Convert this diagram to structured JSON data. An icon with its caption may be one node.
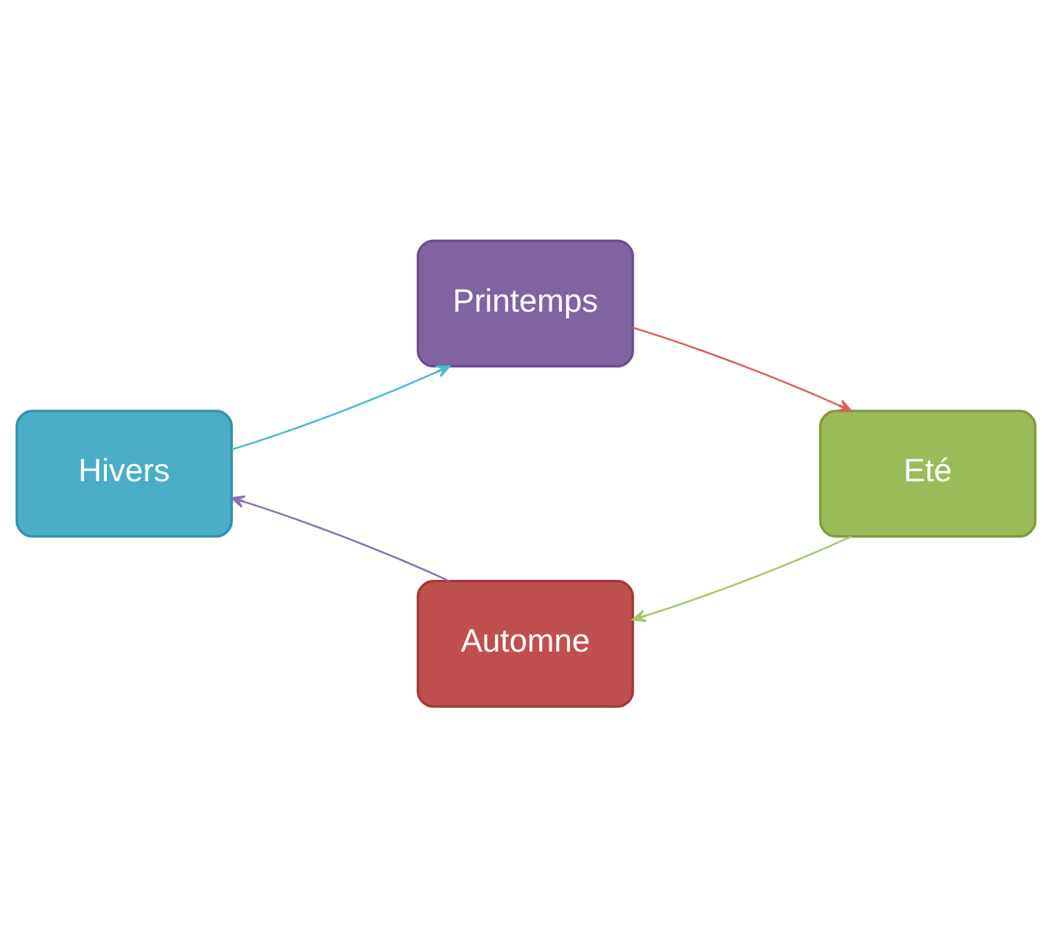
{
  "diagram": {
    "nodes": [
      {
        "text": [
          "Printemps"
        ]
      },
      {
        "text": [
          "Eté"
        ]
      },
      {
        "text": [
          "Automne"
        ]
      },
      {
        "text": [
          "Hivers"
        ]
      }
    ],
    "edges": [
      {
        "from": 0,
        "to": 1,
        "arrow": "to",
        "color": "#d9605c"
      },
      {
        "from": 1,
        "to": 2,
        "arrow": "to",
        "color": "#a6c96a"
      },
      {
        "from": 2,
        "to": 3,
        "arrow": "to",
        "color": "#8d72b0"
      },
      {
        "from": 3,
        "to": 0,
        "arrow": "to",
        "color": "#4fb8d0"
      }
    ]
  }
}
